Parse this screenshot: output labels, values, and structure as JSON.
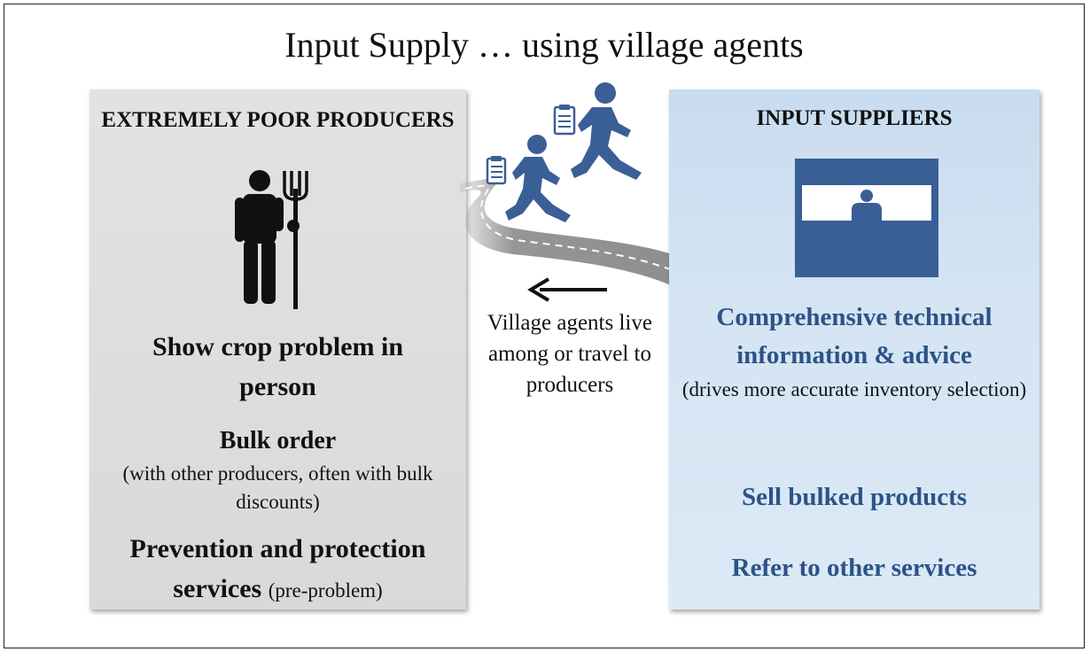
{
  "title": "Input Supply … using village agents",
  "left_panel": {
    "heading": "EXTREMELY POOR PRODUCERS",
    "point1": "Show crop problem in person",
    "point2_title": "Bulk order",
    "point2_detail": "(with other producers, often with bulk discounts)",
    "point3_title": "Prevention and protection services",
    "point3_detail": "(pre-problem)",
    "icon": "farmer-with-pitchfork-icon"
  },
  "middle": {
    "caption": "Village agents live among or travel to producers",
    "arrow_direction": "left",
    "icons": [
      "road-icon",
      "running-agent-icon",
      "clipboard-icon"
    ]
  },
  "right_panel": {
    "heading": "INPUT SUPPLIERS",
    "point1_title": "Comprehensive technical information & advice",
    "point1_detail": "(drives more accurate inventory selection)",
    "point2": "Sell bulked products",
    "point3": "Refer to other services",
    "icon": "shop-counter-icon"
  },
  "colors": {
    "accent_blue": "#2c5387",
    "icon_blue": "#3a5f96",
    "left_panel_bg": "#dedede",
    "right_panel_bg": "#d4e4f3",
    "text": "#111111"
  }
}
